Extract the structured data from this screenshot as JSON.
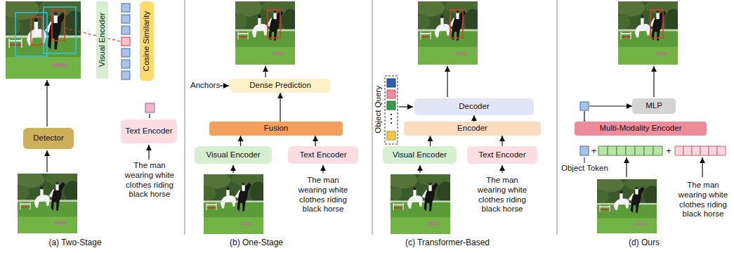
{
  "diagram": {
    "nodes": [
      {
        "text": [
          "Visual Encoder"
        ]
      },
      {
        "text": [
          "Cosine Similarity"
        ]
      },
      {
        "text": [
          "Text Encoder"
        ]
      },
      {
        "text": [
          "Detector"
        ]
      },
      {
        "text": [
          "Dense Prediction"
        ]
      },
      {
        "text": [
          "Fusion"
        ]
      },
      {
        "text": [
          "Visual Encoder"
        ]
      },
      {
        "text": [
          "Text Encoder"
        ]
      },
      {
        "text": [
          "Decoder"
        ]
      },
      {
        "text": [
          "Encoder"
        ]
      },
      {
        "text": [
          "Visual Encoder"
        ]
      },
      {
        "text": [
          "Text Encoder"
        ]
      },
      {
        "text": [
          "MLP"
        ]
      },
      {
        "text": [
          "Multi-Modality Encoder"
        ]
      }
    ],
    "edges": [
      {
        "from": 6,
        "to": 5,
        "arrow": "to"
      },
      {
        "from": 7,
        "to": 5,
        "arrow": "to"
      },
      {
        "from": 5,
        "to": 4,
        "arrow": "to"
      },
      {
        "from": 10,
        "to": 9,
        "arrow": "to"
      },
      {
        "from": 11,
        "to": 9,
        "arrow": "to"
      },
      {
        "from": 9,
        "to": 8,
        "arrow": "to"
      },
      {
        "from": 13,
        "to": 12,
        "arrow": "to"
      }
    ],
    "labels": [
      "The man wearing white clothes riding black horse",
      "Anchors",
      "The man wearing white clothes riding black horse",
      "Object Query",
      "The man wearing white clothes riding black horse",
      "Object Token",
      "+",
      "+",
      "The man wearing white clothes riding black horse",
      "(a) Two-Stage",
      "(b) One-Stage",
      "(c) Transformer-Based",
      "(d) Ours"
    ]
  }
}
